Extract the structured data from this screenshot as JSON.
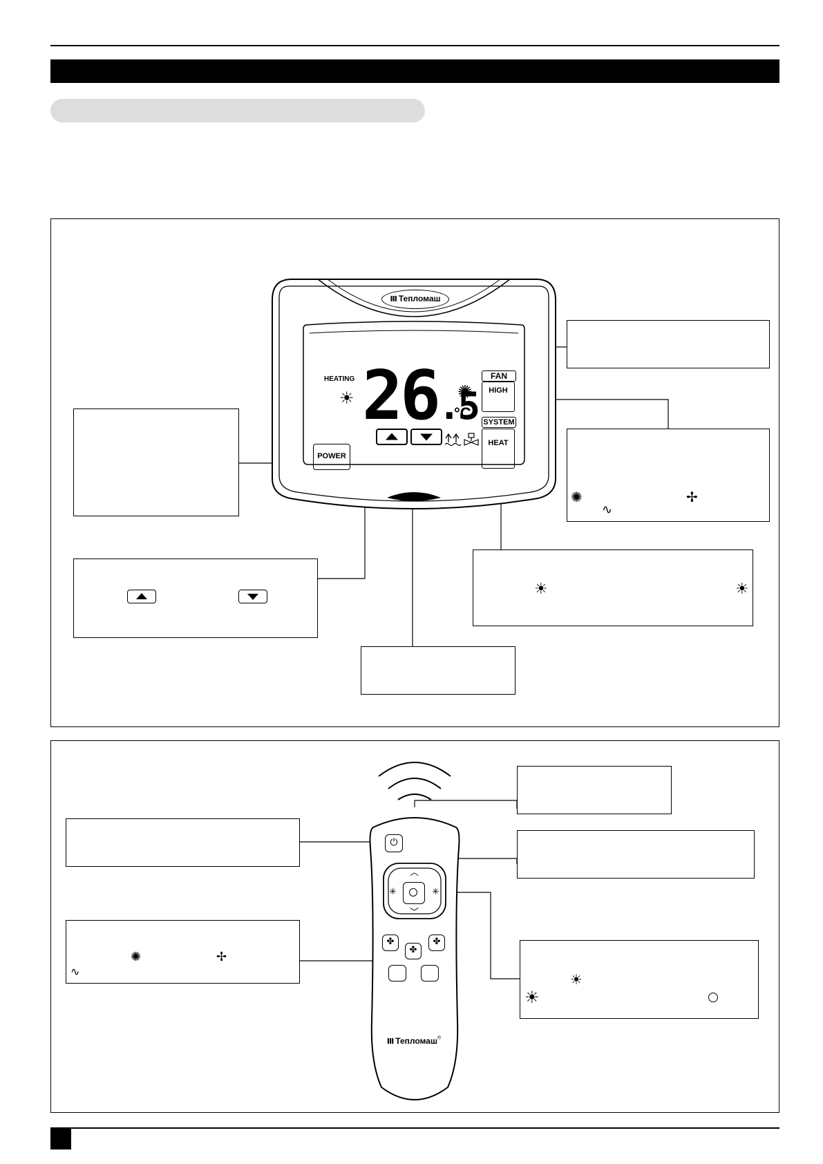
{
  "thermostat": {
    "brand": "Тепломаш",
    "mode_label": "HEATING",
    "temperature_main": "26",
    "temperature_decimal": ".5",
    "temperature_unit": "°C",
    "fan_header": "FAN",
    "fan_value": "HIGH",
    "system_header": "SYSTEM",
    "system_value": "HEAT",
    "power_label": "POWER"
  },
  "remote": {
    "brand": "Тепломаш"
  },
  "icons": {
    "sun": "sun-icon",
    "fan_high": "fan-high-icon",
    "fan_medium": "fan-medium-icon",
    "fan_low": "fan-low-icon",
    "power": "power-icon",
    "circle": "circle-icon"
  }
}
